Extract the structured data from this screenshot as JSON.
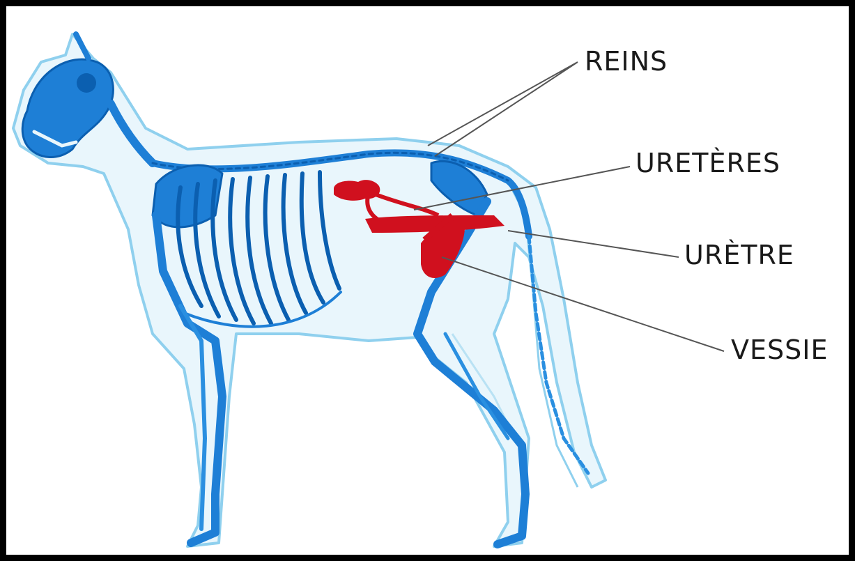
{
  "labels": {
    "reins": "REINS",
    "ureteres": "URETÈRES",
    "uretre": "URÈTRE",
    "vessie": "VESSIE"
  },
  "colors": {
    "skeleton": "#1e7fd6",
    "skeleton_dark": "#0b5fb0",
    "body_outline": "#8fd0ee",
    "body_fill": "#e9f6fc",
    "organs": "#d0101e",
    "leader_line": "#555555"
  }
}
